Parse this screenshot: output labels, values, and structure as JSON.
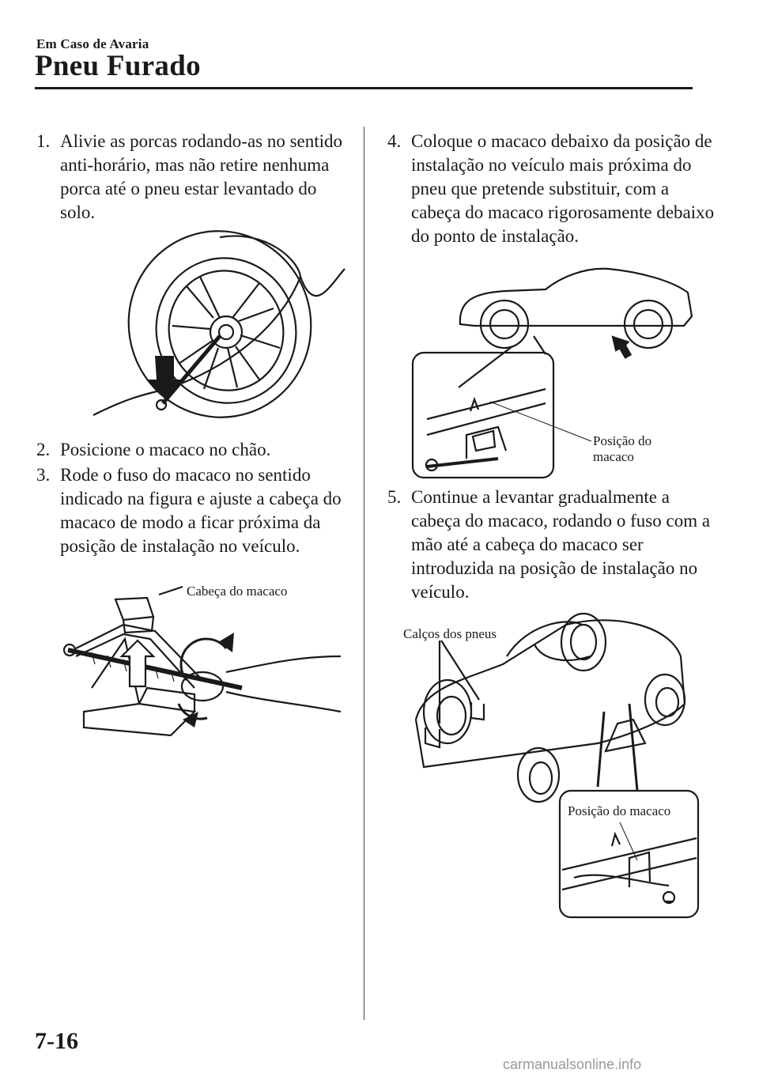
{
  "header": {
    "section": "Em Caso de Avaria",
    "title": "Pneu Furado"
  },
  "steps": [
    {
      "num": "1.",
      "text": "Alivie as porcas rodando-as no sentido anti-horário, mas não retire nenhuma porca até o pneu estar levantado do solo."
    },
    {
      "num": "2.",
      "text": "Posicione o macaco no chão."
    },
    {
      "num": "3.",
      "text": "Rode o fuso do macaco no sentido indicado na figura e ajuste a cabeça do macaco de modo a ficar próxima da posição de instalação no veículo."
    },
    {
      "num": "4.",
      "text": "Coloque o macaco debaixo da posição de instalação no veículo mais próxima do pneu que pretende substituir, com a cabeça do macaco rigorosamente debaixo do ponto de instalação."
    },
    {
      "num": "5.",
      "text": "Continue a levantar gradualmente a cabeça do macaco, rodando o fuso com a mão até a cabeça do macaco ser introduzida na posição de instalação no veículo."
    }
  ],
  "figures": {
    "jack_head_label": "Cabeça do macaco",
    "jack_position_label_line1": "Posição do",
    "jack_position_label_line2": "macaco",
    "wheel_chocks_label": "Calços dos pneus",
    "jack_position_label_full": "Posição do macaco"
  },
  "footer": {
    "page_number": "7-16",
    "watermark": "carmanualsonline.info"
  }
}
